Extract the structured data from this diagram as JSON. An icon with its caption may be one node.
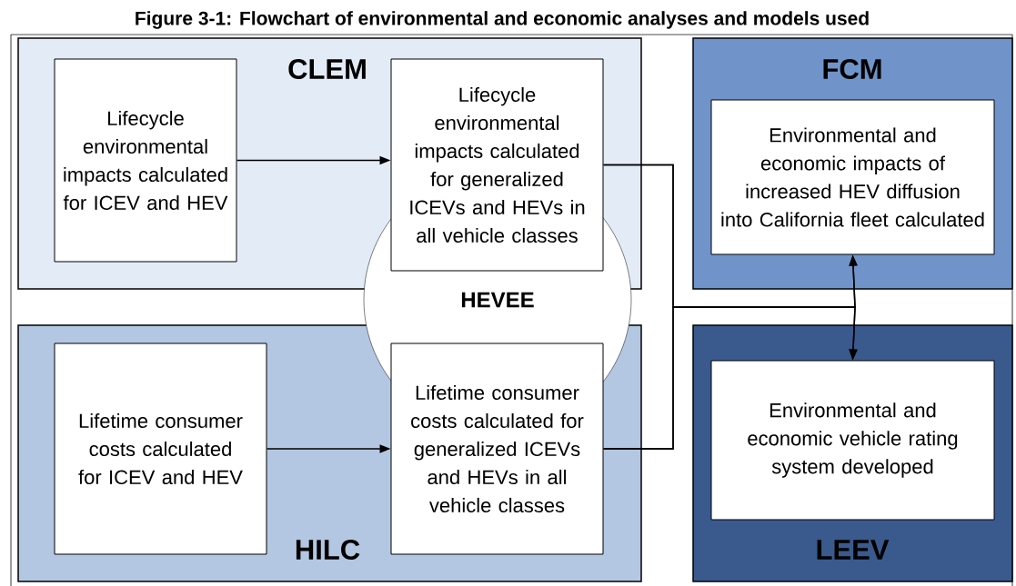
{
  "diagram": {
    "title": "Figure 3-1:  Flowchart of environmental and economic analyses and models used",
    "nodes": [
      {
        "text": [
          "CLEM"
        ]
      },
      {
        "text": [
          "Lifecycle environmental impacts calculated for ICEV and HEV"
        ],
        "in": 0
      },
      {
        "text": [
          "Lifecycle environmental impacts calculated for generalized ICEVs and HEVs in all vehicle classes"
        ],
        "in": 0
      },
      {
        "text": [
          "HEVEE"
        ]
      },
      {
        "text": [
          "HILC"
        ]
      },
      {
        "text": [
          "Lifetime consumer costs calculated for ICEV and HEV"
        ],
        "in": 4
      },
      {
        "text": [
          "Lifetime consumer costs calculated for generalized ICEVs and HEVs in all vehicle classes"
        ],
        "in": 4
      },
      {
        "text": [
          "FCM"
        ]
      },
      {
        "text": [
          "Environmental and economic impacts of increased HEV diffusion into California fleet calculated"
        ],
        "in": 7
      },
      {
        "text": [
          "LEEV"
        ]
      },
      {
        "text": [
          "Environmental and economic vehicle rating system developed"
        ],
        "in": 9
      }
    ],
    "edges": [
      {
        "from": 1,
        "to": 2,
        "arrow": "to"
      },
      {
        "from": 5,
        "to": 6,
        "arrow": "to"
      },
      {
        "from": 2,
        "to": 8,
        "arrow": "to"
      },
      {
        "from": 2,
        "to": 10,
        "arrow": "to"
      },
      {
        "from": 6,
        "to": 8,
        "arrow": "to"
      },
      {
        "from": 6,
        "to": 10,
        "arrow": "to"
      }
    ]
  }
}
